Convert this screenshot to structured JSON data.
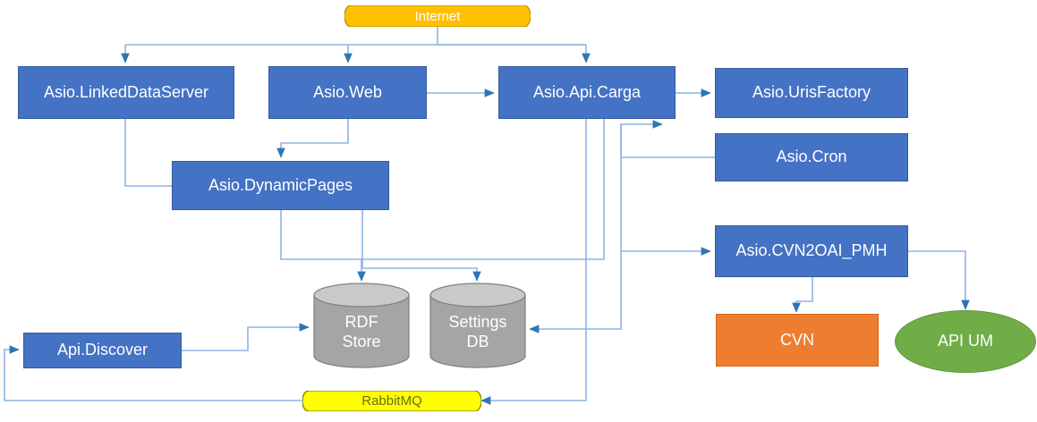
{
  "diagram": {
    "title": "ASIO system architecture",
    "colors": {
      "blue": "#4472C4",
      "orange": "#ED7D31",
      "green": "#70AD47",
      "amber": "#FFC000",
      "yellow": "#FFFF00",
      "gray": "#A5A5A5",
      "connector": "#5B9BD5",
      "connector_dark": "#2E75B6",
      "background": "#FFFFFF"
    },
    "nodes": [
      {
        "id": "internet",
        "label": "Internet",
        "shape": "cylinder-horizontal",
        "fill": "#FFC000",
        "text_color": "#FFFFFF"
      },
      {
        "id": "linkeddataserver",
        "label": "Asio.LinkedDataServer",
        "shape": "rectangle",
        "fill": "#4472C4",
        "text_color": "#FFFFFF"
      },
      {
        "id": "web",
        "label": "Asio.Web",
        "shape": "rectangle",
        "fill": "#4472C4",
        "text_color": "#FFFFFF"
      },
      {
        "id": "apicarga",
        "label": "Asio.Api.Carga",
        "shape": "rectangle",
        "fill": "#4472C4",
        "text_color": "#FFFFFF"
      },
      {
        "id": "urisfactory",
        "label": "Asio.UrisFactory",
        "shape": "rectangle",
        "fill": "#4472C4",
        "text_color": "#FFFFFF"
      },
      {
        "id": "cron",
        "label": "Asio.Cron",
        "shape": "rectangle",
        "fill": "#4472C4",
        "text_color": "#FFFFFF"
      },
      {
        "id": "dynamicpages",
        "label": "Asio.DynamicPages",
        "shape": "rectangle",
        "fill": "#4472C4",
        "text_color": "#FFFFFF"
      },
      {
        "id": "cvn2oaipmh",
        "label": "Asio.CVN2OAI_PMH",
        "shape": "rectangle",
        "fill": "#4472C4",
        "text_color": "#FFFFFF"
      },
      {
        "id": "apidiscover",
        "label": "Api.Discover",
        "shape": "rectangle",
        "fill": "#4472C4",
        "text_color": "#FFFFFF"
      },
      {
        "id": "rdfstore",
        "label": "RDF Store",
        "shape": "cylinder-vertical",
        "fill": "#A5A5A5",
        "text_color": "#FFFFFF"
      },
      {
        "id": "settingsdb",
        "label": "Settings DB",
        "shape": "cylinder-vertical",
        "fill": "#A5A5A5",
        "text_color": "#FFFFFF"
      },
      {
        "id": "cvn",
        "label": "CVN",
        "shape": "rectangle",
        "fill": "#ED7D31",
        "text_color": "#FFFFFF"
      },
      {
        "id": "apium",
        "label": "API UM",
        "shape": "ellipse",
        "fill": "#70AD47",
        "text_color": "#FFFFFF"
      },
      {
        "id": "rabbitmq",
        "label": "RabbitMQ",
        "shape": "cylinder-horizontal",
        "fill": "#FFFF00",
        "text_color": "#7F7F00"
      }
    ],
    "node_labels": {
      "internet": "Internet",
      "linkeddataserver": "Asio.LinkedDataServer",
      "web": "Asio.Web",
      "apicarga": "Asio.Api.Carga",
      "urisfactory": "Asio.UrisFactory",
      "cron": "Asio.Cron",
      "dynamicpages": "Asio.DynamicPages",
      "cvn2oaipmh": "Asio.CVN2OAI_PMH",
      "apidiscover": "Api.Discover",
      "rdfstore_line1": "RDF",
      "rdfstore_line2": "Store",
      "settingsdb_line1": "Settings",
      "settingsdb_line2": "DB",
      "cvn": "CVN",
      "apium": "API UM",
      "rabbitmq": "RabbitMQ"
    },
    "edges": [
      {
        "from": "internet",
        "to": "linkeddataserver",
        "arrow": true
      },
      {
        "from": "internet",
        "to": "web",
        "arrow": true
      },
      {
        "from": "internet",
        "to": "apicarga",
        "arrow": true
      },
      {
        "from": "web",
        "to": "apicarga",
        "arrow": true
      },
      {
        "from": "web",
        "to": "dynamicpages",
        "arrow": true
      },
      {
        "from": "apicarga",
        "to": "urisfactory",
        "arrow": true
      },
      {
        "from": "cron",
        "to": "apicarga",
        "arrow": true
      },
      {
        "from": "linkeddataserver",
        "to": "dynamicpages",
        "arrow": false
      },
      {
        "from": "dynamicpages",
        "to": "rdfstore",
        "arrow": true
      },
      {
        "from": "dynamicpages",
        "to": "settingsdb",
        "arrow": true
      },
      {
        "from": "apicarga",
        "to": "rdfstore",
        "arrow": true
      },
      {
        "from": "apicarga",
        "to": "settingsdb",
        "arrow": true
      },
      {
        "from": "apicarga",
        "to": "cvn2oaipmh",
        "arrow": true
      },
      {
        "from": "apicarga",
        "to": "rabbitmq",
        "arrow": true
      },
      {
        "from": "apidiscover",
        "to": "rdfstore",
        "arrow": true
      },
      {
        "from": "rabbitmq",
        "to": "apidiscover",
        "arrow": true
      },
      {
        "from": "cvn2oaipmh",
        "to": "cvn",
        "arrow": true
      },
      {
        "from": "cvn2oaipmh",
        "to": "apium",
        "arrow": true
      }
    ]
  }
}
